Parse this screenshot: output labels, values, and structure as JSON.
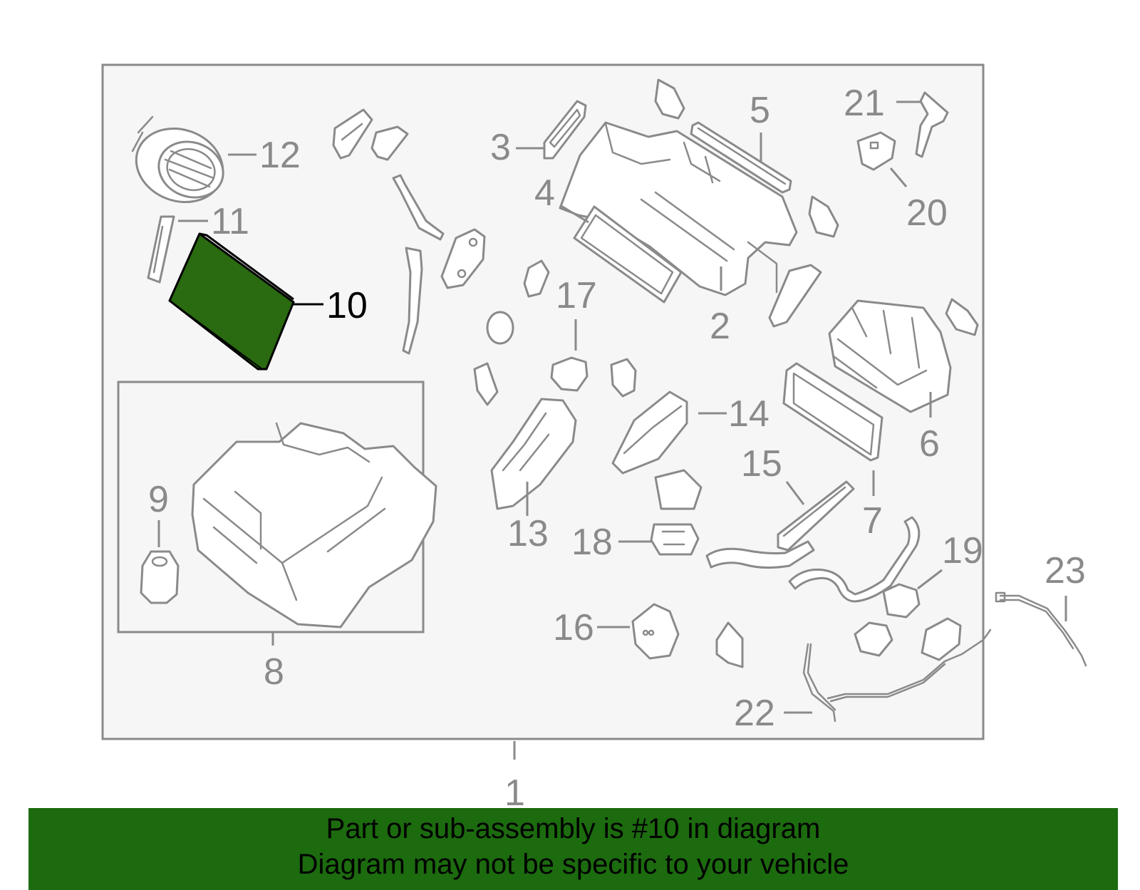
{
  "callouts": {
    "c1": "1",
    "c2": "2",
    "c3": "3",
    "c4": "4",
    "c5": "5",
    "c6": "6",
    "c7": "7",
    "c8": "8",
    "c9": "9",
    "c10": "10",
    "c11": "11",
    "c12": "12",
    "c13": "13",
    "c14": "14",
    "c15": "15",
    "c16": "16",
    "c17": "17",
    "c18": "18",
    "c19": "19",
    "c20": "20",
    "c21": "21",
    "c22": "22",
    "c23": "23"
  },
  "highlight": {
    "part_number": "10",
    "color": "#2a6a10"
  },
  "colors": {
    "line": "#8a8a8a",
    "panel_bg": "#f6f6f6",
    "banner_bg": "#1c6b0f"
  },
  "banner": {
    "line1": "Part or sub-assembly is #10 in diagram",
    "line2": "Diagram may not be specific to your vehicle"
  }
}
